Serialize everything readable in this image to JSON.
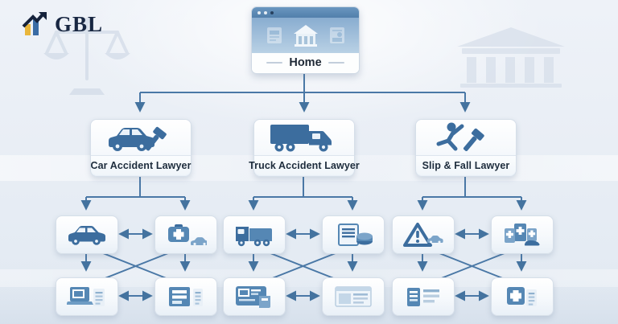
{
  "brand": {
    "name": "GBL",
    "logo_icon": "bar-chart-growth-arrow-icon"
  },
  "colors": {
    "line_blue": "#4a78a6",
    "icon_blue": "#3c6d9e",
    "icon_blue_light": "#6f9cc4",
    "text_dark": "#1d2c3c",
    "window_bar_blue": "#527fab",
    "logo_navy": "#182742",
    "logo_yellow": "#e9b63b",
    "logo_blue": "#3a6ca5"
  },
  "sitemap": {
    "root": {
      "label": "Home",
      "icon": "browser-home-window-icon"
    },
    "branches": [
      {
        "label": "Car Accident Lawyer",
        "icon": "car-gavel-icon",
        "children_row1": [
          "car-icon",
          "first-aid-kit-car-icon"
        ],
        "children_row2": [
          "laptop-article-icon",
          "list-document-icon"
        ]
      },
      {
        "label": "Truck Accident Lawyer",
        "icon": "box-truck-icon",
        "children_row1": [
          "truck-icon",
          "document-coins-icon"
        ],
        "children_row2": [
          "browser-form-icon",
          "browser-article-icon"
        ]
      },
      {
        "label": "Slip & Fall Lawyer",
        "icon": "slip-fall-person-gavel-icon",
        "children_row1": [
          "warning-triangle-car-icon",
          "medical-cards-icon"
        ],
        "children_row2": [
          "list-article-icon",
          "medical-document-icon"
        ]
      }
    ]
  },
  "watermarks": [
    "scales-of-justice-icon",
    "courthouse-columns-icon"
  ]
}
